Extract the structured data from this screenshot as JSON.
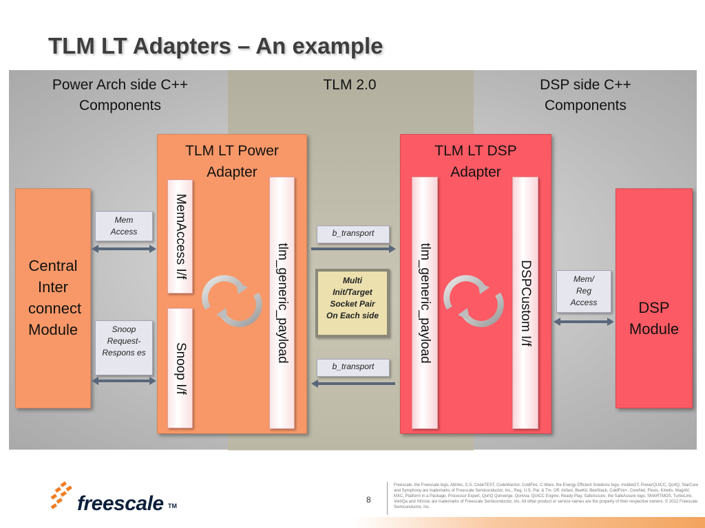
{
  "slide": {
    "title": "TLM LT Adapters – An example",
    "page_number": "8"
  },
  "headers": {
    "power_arch": "Power Arch side C++ Components",
    "tlm": "TLM 2.0",
    "dsp": "DSP side C++ Components"
  },
  "adapters": {
    "power": {
      "title": "TLM LT Power Adapter",
      "left_strip_top": "MemAccess I/f",
      "left_strip_bottom": "Snoop I/f",
      "right_strip": "tlm_generic_payload"
    },
    "dsp": {
      "title": "TLM LT DSP Adapter",
      "left_strip": "tlm_generic_payload",
      "right_strip": "DSPCustom I/f"
    }
  },
  "modules": {
    "central": "Central Inter connect Module",
    "dsp": "DSP Module"
  },
  "callouts": {
    "mem_access": "Mem Access",
    "snoop": "Snoop Request-Respons es",
    "b_transport_top": "b_transport",
    "b_transport_bottom": "b_transport",
    "mem_reg": "Mem/ Reg Access",
    "multi_socket": "Multi Init/Target Socket Pair On Each side"
  },
  "footer": {
    "logo_text": "freescale",
    "logo_tm": "TM",
    "legal": "Freescale, the Freescale logo, AltiVec, C-5, CodeTEST, CodeWarrior, ColdFire, C-Ware, the Energy Efficient Solutions logo, mobileGT, PowerQUICC, QorIQ, StarCore and Symphony are trademarks of Freescale Semiconductor, Inc., Reg. U.S. Pat. & Tm. Off. Airfast, BeeKit, BeeStack, ColdFire+, CoreNet, Flexis, Kinetis, MagniV, MXC, Platform in a Package, Processor Expert, QorIQ Qonverge, Qorivva, QUICC Engine, Ready Play, SafeAssure, the SafeAssure logo, SMARTMOS, TurboLink, VortiQa and Xtrinsic are trademarks of Freescale Semiconductor, Inc. All other product or service names are the property of their respective owners. © 2012 Freescale Semiconductor, Inc."
  },
  "colors": {
    "power_orange": "#f89868",
    "dsp_red": "#fc5a64",
    "title_gray": "#3d3d3d",
    "note_fill": "#ece0ae",
    "logo_orange": "#f07d23",
    "logo_navy": "#0c1f3a"
  },
  "icons": [
    "cycle-arrows-icon",
    "double-arrow-icon",
    "freescale-logo-icon"
  ]
}
